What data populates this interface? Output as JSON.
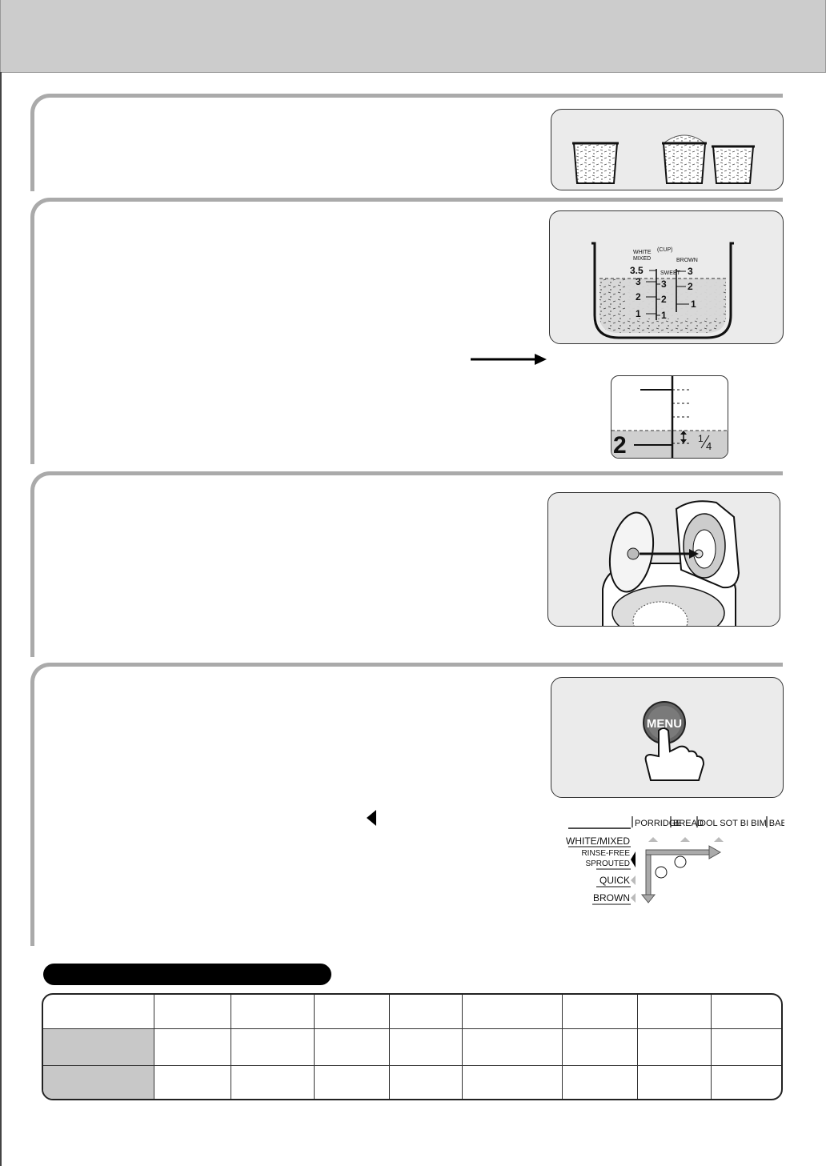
{
  "pot_scale": {
    "left_title_1": "WHITE",
    "left_title_2": "MIXED",
    "unit": "(CUP)",
    "middle_title": "SWEET",
    "right_title": "BROWN",
    "left_marks": [
      "3.5",
      "3",
      "2",
      "1"
    ],
    "middle_marks": [
      "3",
      "2",
      "1"
    ],
    "right_marks": [
      "3",
      "2",
      "1"
    ]
  },
  "scale_detail": {
    "big_number": "2",
    "fraction_numerator": "1",
    "fraction_denominator": "4"
  },
  "menu_button": {
    "label": "MENU"
  },
  "menu_chart": {
    "top_items": [
      "PORRIDGE",
      "BREAD",
      "DOL SOT BI BIM BAB"
    ],
    "left_items": [
      "WHITE/MIXED",
      "RINSE-FREE",
      "SPROUTED",
      "QUICK",
      "BROWN"
    ]
  },
  "colors": {
    "header_band": "#cccccc",
    "panel_bg": "#ebebeb",
    "table_row_header": "#c8c8c8",
    "menu_button": "#666666"
  }
}
